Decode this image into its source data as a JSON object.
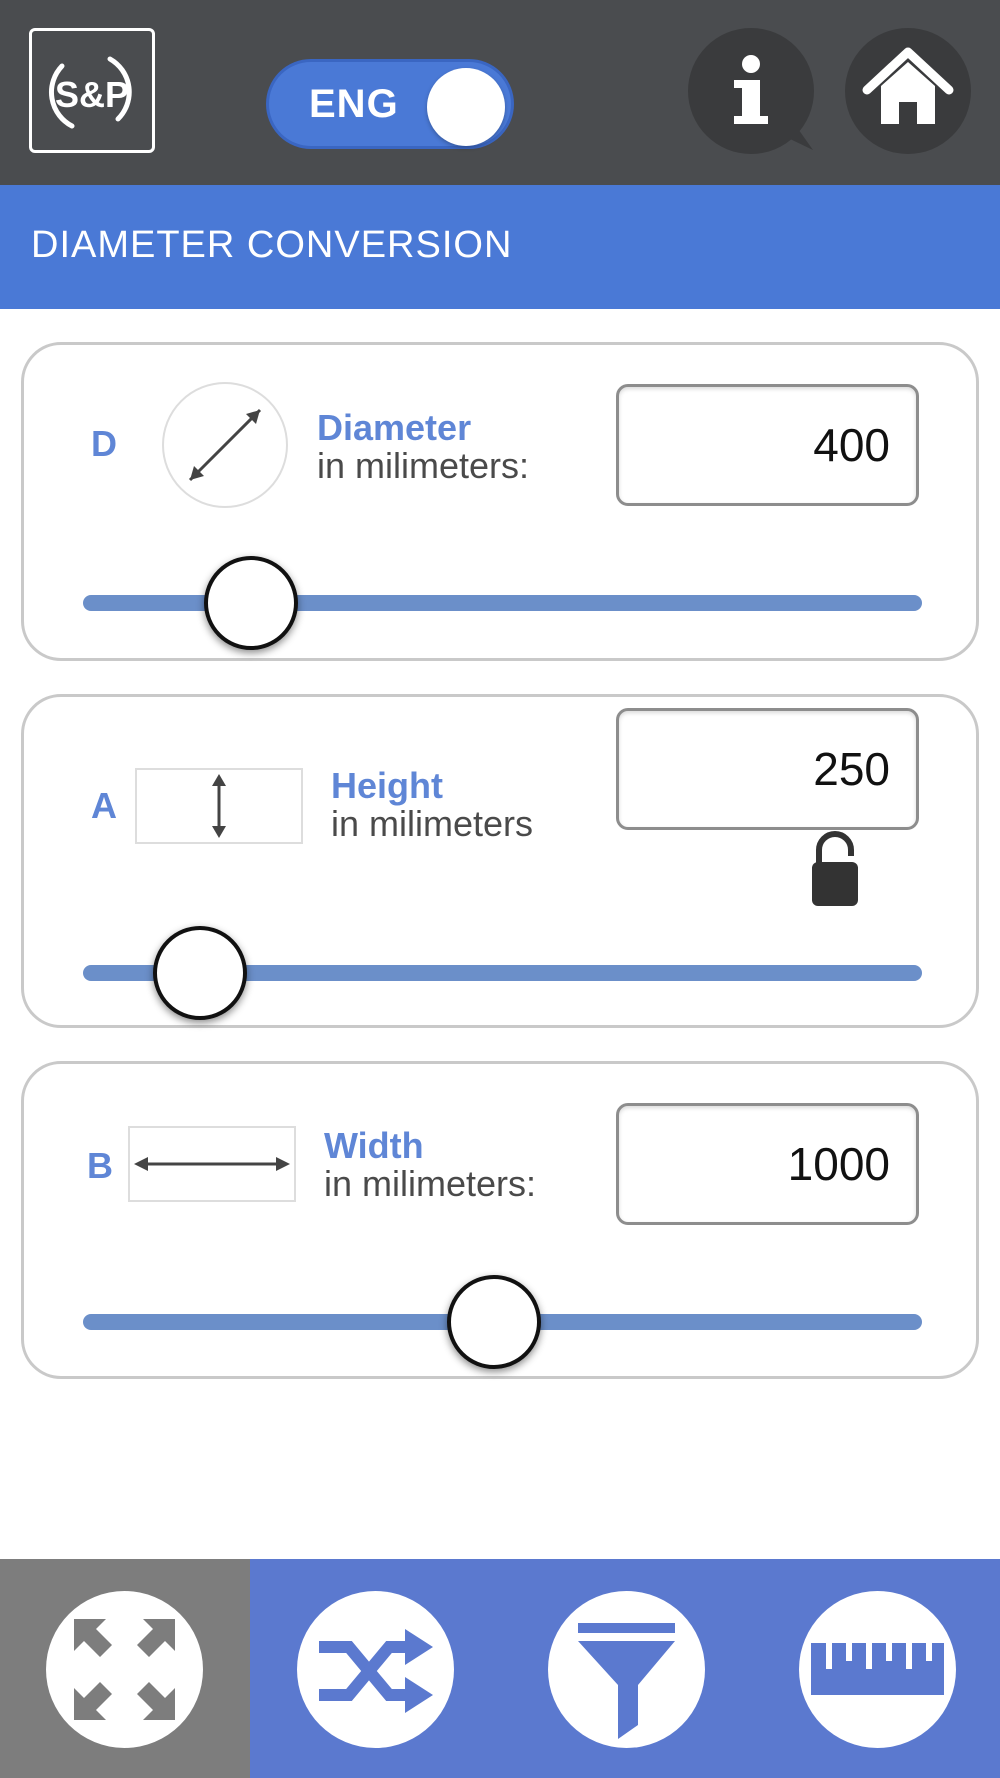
{
  "header": {
    "logo_text": "S&P",
    "language_toggle": {
      "label": "ENG",
      "state": "on"
    },
    "buttons": [
      {
        "name": "info",
        "icon": "info-icon"
      },
      {
        "name": "home",
        "icon": "home-icon"
      }
    ]
  },
  "title": "DIAMETER CONVERSION",
  "cards": {
    "diameter": {
      "letter": "D",
      "label": "Diameter",
      "sublabel": "in milimeters:",
      "value": "400",
      "icon": "diagonal-arrow-icon",
      "slider_fraction": 0.2
    },
    "height": {
      "letter": "A",
      "label": "Height",
      "sublabel": "in milimeters",
      "value": "250",
      "icon": "vertical-arrow-icon",
      "lock_icon": "lock-icon",
      "slider_fraction": 0.14
    },
    "width": {
      "letter": "B",
      "label": "Width",
      "sublabel": "in milimeters:",
      "value": "1000",
      "icon": "horizontal-arrow-icon",
      "slider_fraction": 0.49
    }
  },
  "bottom_nav": [
    {
      "name": "diameter-conversion",
      "icon": "expand-arrows-icon",
      "active": true
    },
    {
      "name": "shuffle",
      "icon": "shuffle-icon",
      "active": false
    },
    {
      "name": "filter",
      "icon": "filter-icon",
      "active": false
    },
    {
      "name": "ruler",
      "icon": "ruler-icon",
      "active": false
    }
  ],
  "colors": {
    "header_bg": "#4a4c4f",
    "accent_blue": "#4a79d6",
    "nav_blue": "#5b79cf",
    "nav_active": "#7d7d7d",
    "slider_track": "#6b8fc9",
    "label_blue": "#5f86d6"
  }
}
